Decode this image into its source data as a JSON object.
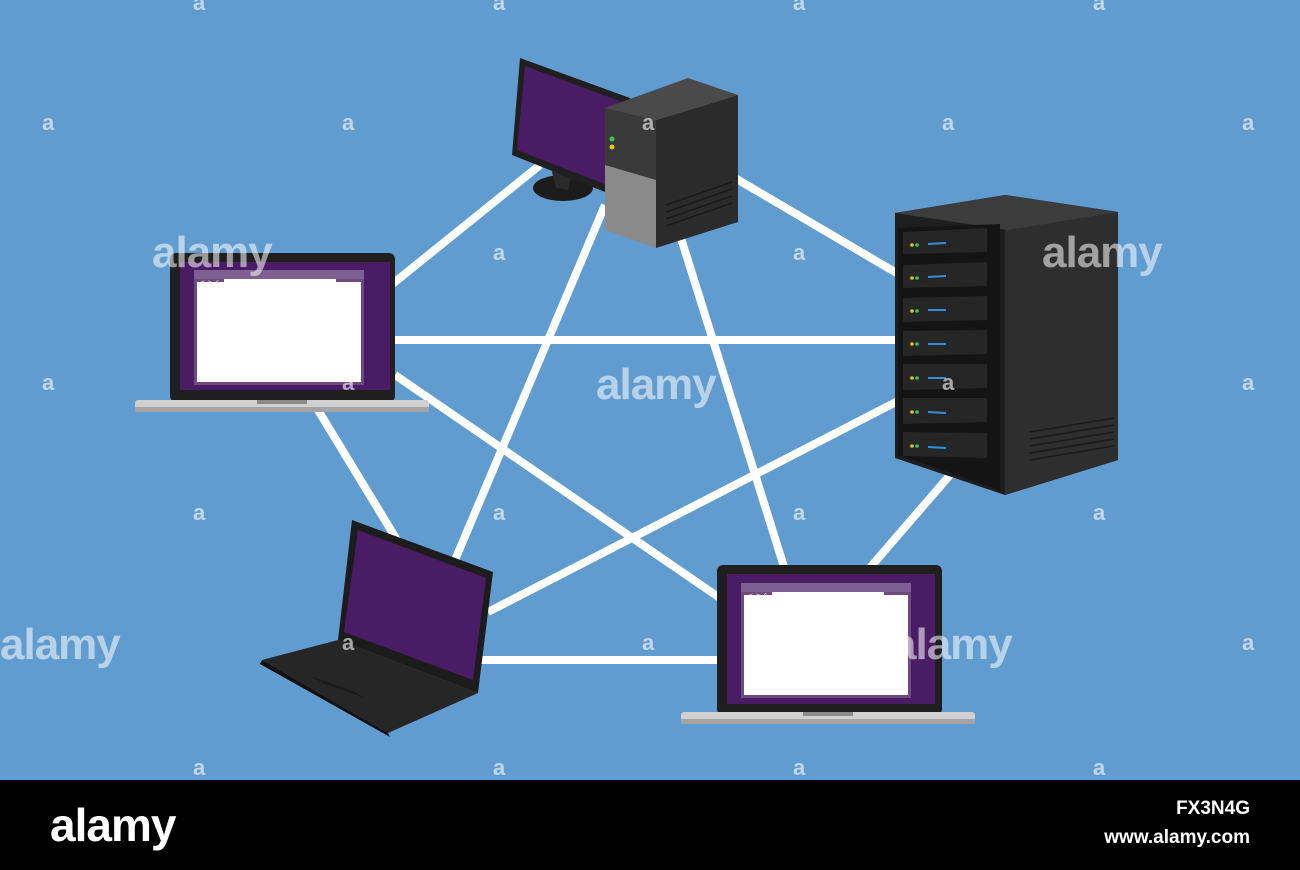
{
  "diagram": {
    "background_color": "#619cd0",
    "link_color": "#ffffff",
    "screen_color": "#4a1c66",
    "device_color": "#2b2b2b",
    "nodes": [
      {
        "id": "desktop",
        "kind": "desktop-computer"
      },
      {
        "id": "server",
        "kind": "rack-server"
      },
      {
        "id": "laptop-left",
        "kind": "laptop",
        "browser_nav": "< > c"
      },
      {
        "id": "laptop-bottom-left",
        "kind": "laptop"
      },
      {
        "id": "laptop-bottom-right",
        "kind": "laptop",
        "browser_nav": "< > c"
      }
    ],
    "links": [
      [
        "desktop",
        "laptop-left"
      ],
      [
        "desktop",
        "server"
      ],
      [
        "desktop",
        "laptop-bottom-left"
      ],
      [
        "desktop",
        "laptop-bottom-right"
      ],
      [
        "laptop-left",
        "server"
      ],
      [
        "laptop-left",
        "laptop-bottom-left"
      ],
      [
        "laptop-left",
        "laptop-bottom-right"
      ],
      [
        "server",
        "laptop-bottom-left"
      ],
      [
        "server",
        "laptop-bottom-right"
      ],
      [
        "laptop-bottom-left",
        "laptop-bottom-right"
      ]
    ]
  },
  "watermark": {
    "small": "a",
    "big": "alamy"
  },
  "footer": {
    "logo": "alamy",
    "image_id": "FX3N4G",
    "url": "www.alamy.com"
  }
}
